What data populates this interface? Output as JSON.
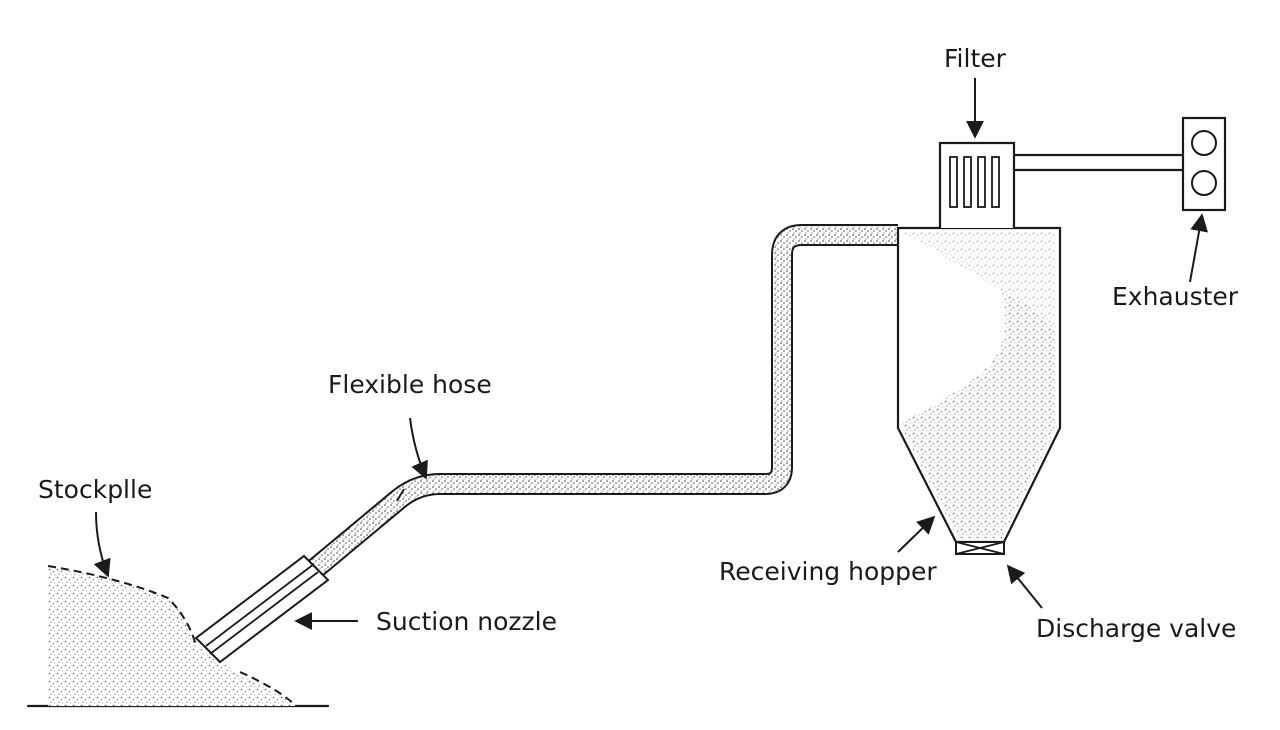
{
  "labels": {
    "filter": "Filter",
    "exhauster": "Exhauster",
    "flexible_hose": "Flexible hose",
    "stockpile": "Stockplle",
    "suction_nozzle": "Suction nozzle",
    "receiving_hopper": "Receiving hopper",
    "discharge_valve": "Discharge valve"
  },
  "colors": {
    "ink": "#1a1a1a",
    "background": "#ffffff"
  }
}
